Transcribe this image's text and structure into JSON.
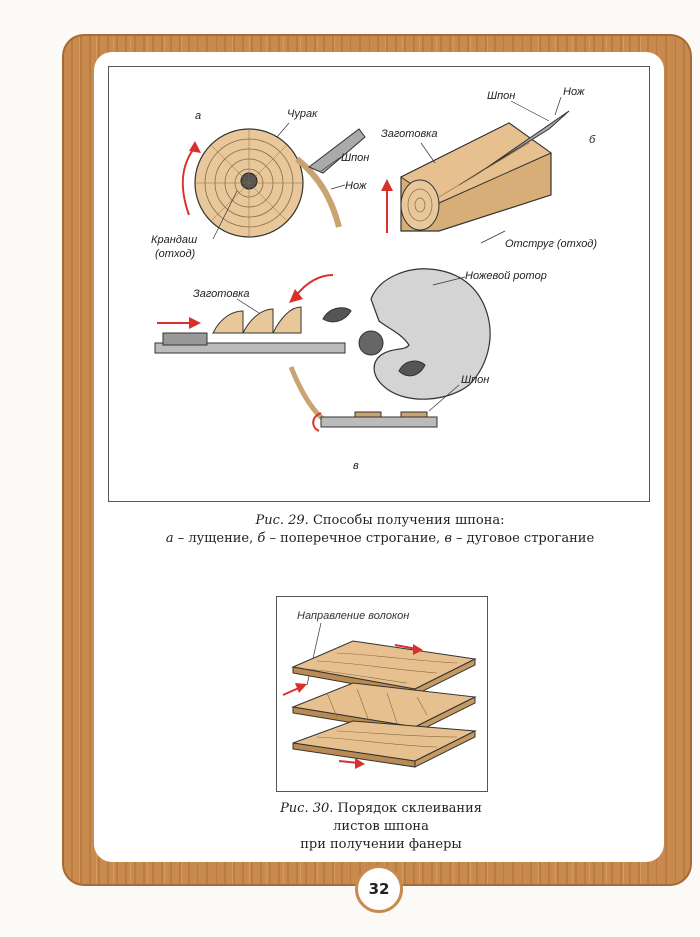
{
  "figure29": {
    "labels": {
      "a": "а",
      "churak": "Чурак",
      "shpon_a": "Шпон",
      "nozh_a": "Нож",
      "krandash_1": "Крандаш",
      "krandash_2": "(отход)",
      "shpon_b": "Шпон",
      "nozh_b": "Нож",
      "zagotovka_b": "Заготовка",
      "b": "б",
      "otstrug": "Отструг (отход)",
      "nozhevoy_rotor": "Ножевой ротор",
      "zagotovka_v": "Заготовка",
      "shpon_v": "Шпон",
      "v": "в"
    },
    "caption_title": "Рис. 29.",
    "caption_line1_rest": " Способы получения шпона:",
    "caption_a": "а",
    "caption_a_text": " – лущение, ",
    "caption_b": "б",
    "caption_b_text": " – поперечное строгание, ",
    "caption_v": "в",
    "caption_v_text": " – дуговое строгание"
  },
  "figure30": {
    "label_direction": "Направление волокон",
    "caption_title": "Рис. 30.",
    "caption_line1_rest": " Порядок склеивания",
    "caption_line2": "листов шпона",
    "caption_line3": "при получении фанеры"
  },
  "page_number": "32",
  "colors": {
    "frame": "#c98a4e",
    "wood": "#e8c89a",
    "arrow": "#d9302c"
  }
}
